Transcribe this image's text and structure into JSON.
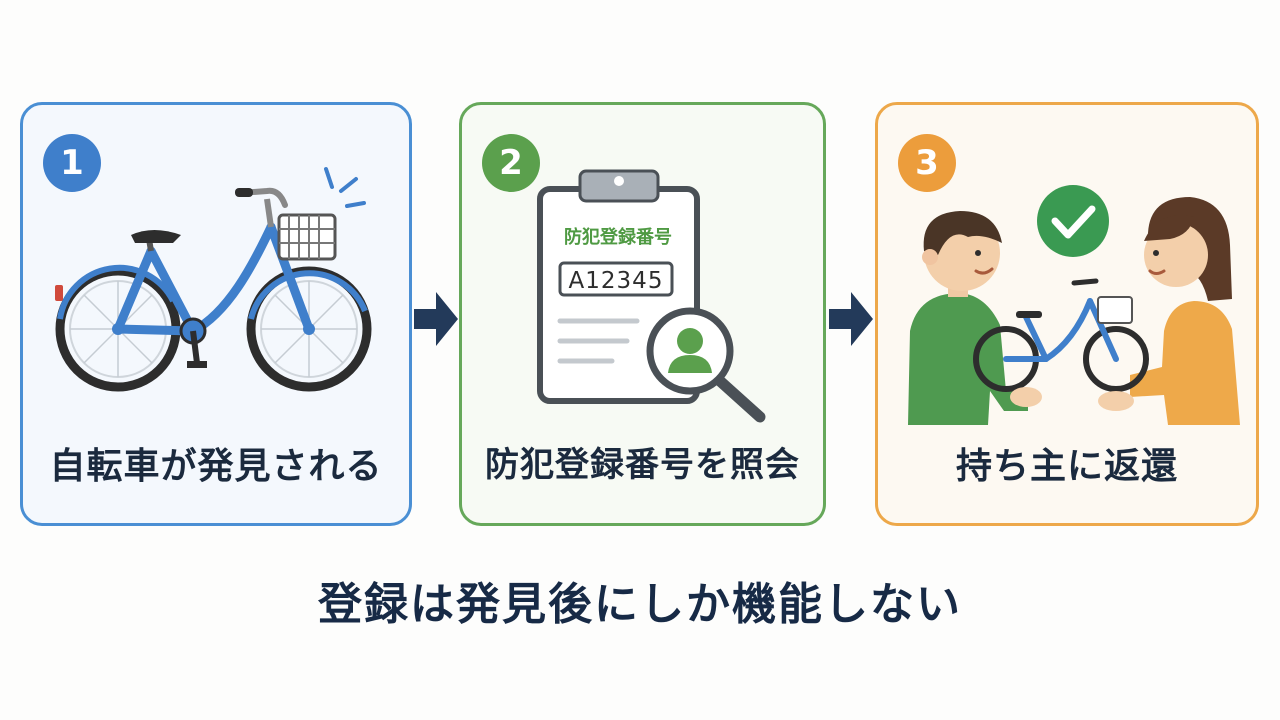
{
  "steps": [
    {
      "number": "1",
      "caption": "自転車が発見される"
    },
    {
      "number": "2",
      "caption": "防犯登録番号を照会",
      "clipboard_title": "防犯登録番号",
      "registration_number": "A12345"
    },
    {
      "number": "3",
      "caption": "持ち主に返還"
    }
  ],
  "footer": {
    "text": "登録は発見後にしか機能しない"
  },
  "colors": {
    "step1": "#4a8fd4",
    "step2": "#66a85a",
    "step3": "#eda84a",
    "arrow": "#233a5a",
    "text": "#1b2a3e"
  }
}
